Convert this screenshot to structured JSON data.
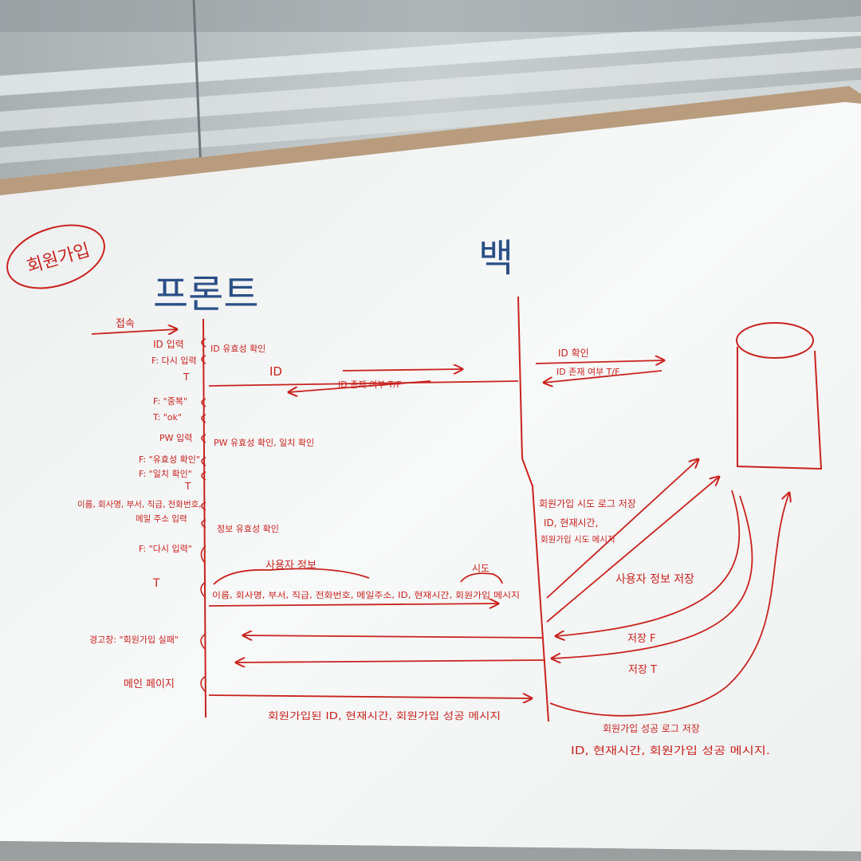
{
  "colors": {
    "marker_red": "#c8231e",
    "marker_blue": "#2b4f86",
    "board": "#f6f7f6",
    "frame": "#b89c7d"
  },
  "title": "회원가입",
  "lanes": {
    "front": "프론트",
    "back": "백"
  },
  "front_steps": {
    "connect": "접속",
    "id_input": "ID 입력",
    "f_dup": "F: 다시 입력",
    "t1": "T",
    "f_dup2": "F: \"중복\"",
    "t_ok": "T: \"ok\"",
    "pw_input": "PW 입력",
    "f_valid": "F: \"유효성 확인\"",
    "f_match": "F: \"일치 확인\"",
    "t2": "T",
    "info_input_1": "이름, 회사명, 부서, 직급, 전화번호,",
    "info_input_2": "메일 주소 입력",
    "f_again": "F: \"다시 입력\"",
    "t3": "T",
    "warn": "경고창: \"회원가입 실패\"",
    "main_page": "메인 페이지"
  },
  "checks": {
    "id_valid": "ID 유효성 확인",
    "pw_valid": "PW 유효성 확인, 일치 확인",
    "info_valid": "정보 유효성 확인"
  },
  "messages": {
    "id": "ID",
    "id_exists": "ID 존재 여부 T/F",
    "user_info": "사용자 정보",
    "attempt": "시도",
    "user_info_detail": "이름, 회사명, 부서, 직급, 전화번호, 메일주소, ID, 현재시간, 회원가입 메시지",
    "success_msg": "회원가입된 ID, 현재시간, 회원가입 성공 메시지"
  },
  "back_steps": {
    "id_check": "ID 확인",
    "id_exists_db": "ID 존재 여부 T/F",
    "log_attempt_1": "회원가입 시도 로그 저장",
    "log_attempt_2": "ID, 현재시간,",
    "log_attempt_3": "회원가입 시도 메시지",
    "save_user": "사용자 정보 저장",
    "save_f": "저장 F",
    "save_t": "저장 T",
    "log_success_1": "회원가입 성공 로그 저장",
    "log_success_2": "ID, 현재시간, 회원가입 성공 메시지."
  }
}
